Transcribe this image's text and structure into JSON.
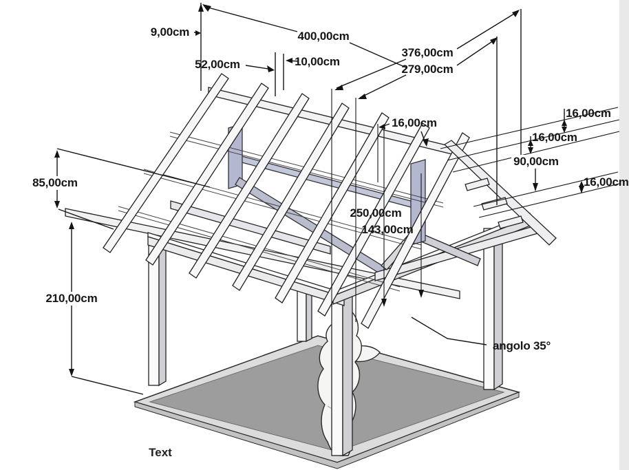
{
  "drawing": {
    "caption": "Text",
    "labels": {
      "ridge_offset": "9,00cm",
      "roof_total_length": "400,00cm",
      "rafter_spacing": "52,00cm",
      "rafter_width": "10,00cm",
      "ridge_length": "376,00cm",
      "span_length": "279,00cm",
      "ridge_beam_size": "16,00cm",
      "purlin_size_top": "16,00cm",
      "purlin_size_mid": "16,00cm",
      "purlin_spacing": "90,00cm",
      "eave_beam_size": "16,00cm",
      "eave_drop_height": "85,00cm",
      "post_height": "210,00cm",
      "truss_height": "250,00cm",
      "king_post_height": "143,00cm",
      "roof_angle_note": "angolo 35°"
    },
    "colors": {
      "background": "#ffffff",
      "line": "#1a1a1a",
      "beam_face": "#f7f7f8",
      "beam_shade": "#cfcfd4",
      "accent_blue": "#b3b8d0",
      "accent_blue_light": "#c3c7da",
      "platform_gray": "#9d9d9d",
      "platform_rim": "#dcdcdc"
    }
  }
}
